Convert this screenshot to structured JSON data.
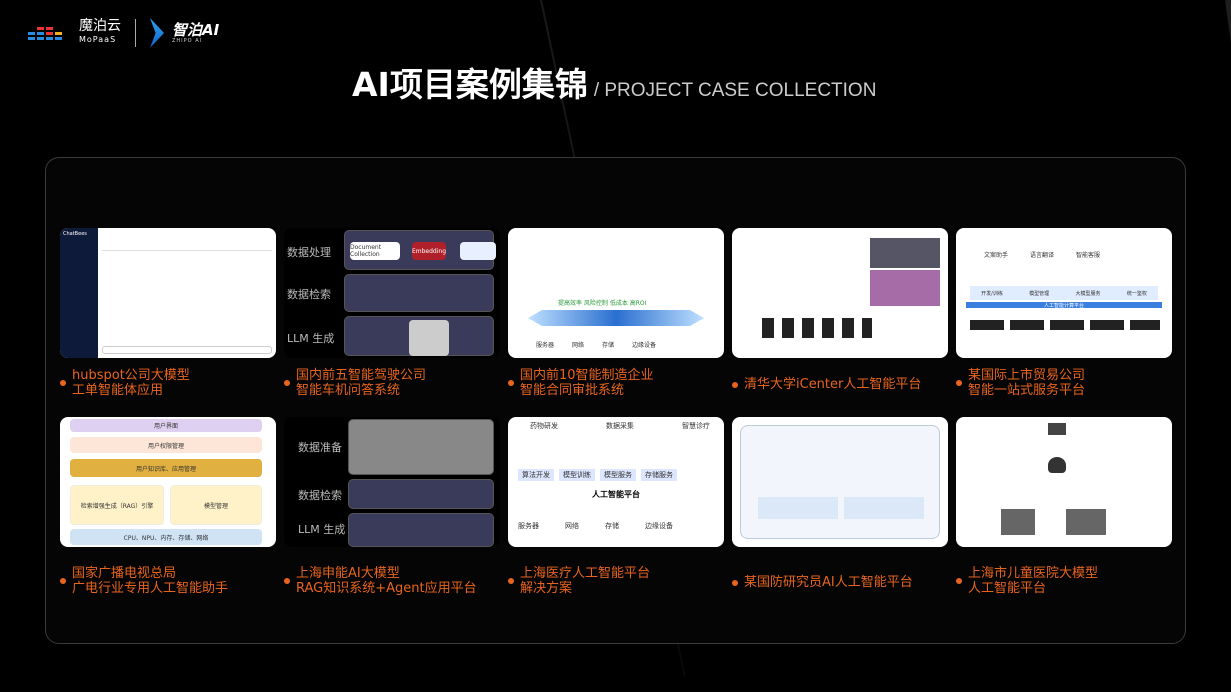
{
  "header": {
    "brand_cn": "魔泊云",
    "brand_en": "MoPaaS",
    "brand2": "智泊AI",
    "brand2_sub": "ZHIPO AI",
    "title": "AI项目案例集锦",
    "subtitle": "/ PROJECT CASE COLLECTION"
  },
  "accent": "#e8641e",
  "cases": [
    {
      "line1": "hubspot公司大模型",
      "line2": "工单智能体应用"
    },
    {
      "line1": "国内前五智能驾驶公司",
      "line2": "智能车机问答系统"
    },
    {
      "line1": "国内前10智能制造企业",
      "line2": "智能合同审批系统"
    },
    {
      "line1": "清华大学iCenter人工智能平台",
      "line2": ""
    },
    {
      "line1": "某国际上市贸易公司",
      "line2": "智能一站式服务平台"
    },
    {
      "line1": "国家广播电视总局",
      "line2": "广电行业专用人工智能助手"
    },
    {
      "line1": "上海申能AI大模型",
      "line2": "RAG知识系统+Agent应用平台"
    },
    {
      "line1": "上海医疗人工智能平台",
      "line2": "解决方案"
    },
    {
      "line1": "某国防研究员AI人工智能平台",
      "line2": ""
    },
    {
      "line1": "上海市儿童医院大模型",
      "line2": "人工智能平台"
    }
  ],
  "thumbs": {
    "rag1": {
      "a": "数据处理",
      "b": "数据检索",
      "c": "LLM 生成",
      "doc": "Document Collection",
      "emb": "Embedding"
    },
    "rag2": {
      "a": "数据准备",
      "b": "数据检索",
      "c": "LLM 生成"
    },
    "mfg": {
      "slogan": "提高效率 风险控制 低成本 高ROI",
      "base": [
        "服务器",
        "网络",
        "存储",
        "边缘设备"
      ]
    },
    "layers": [
      "用户界面",
      "用户权限管理",
      "用户知识库、应用管理",
      "检索增强生成（RAG）引擎",
      "模型管理",
      "CPU、NPU、内存、存储、网络"
    ],
    "med": {
      "top": [
        "药物研发",
        "数据采集",
        "智慧诊疗"
      ],
      "mid": [
        "算法开发",
        "模型训练",
        "模型服务",
        "存储服务"
      ],
      "platform": "人工智能平台",
      "base": [
        "服务器",
        "网络",
        "存储",
        "边缘设备"
      ]
    },
    "trade": {
      "top": [
        "文案助手",
        "语言翻译",
        "智能客服"
      ],
      "mid": [
        "开发/训练",
        "模型管理",
        "大模型服务",
        "统一鉴权"
      ],
      "platform": "人工智能计算平台"
    },
    "chatbase": "ChatBees"
  }
}
